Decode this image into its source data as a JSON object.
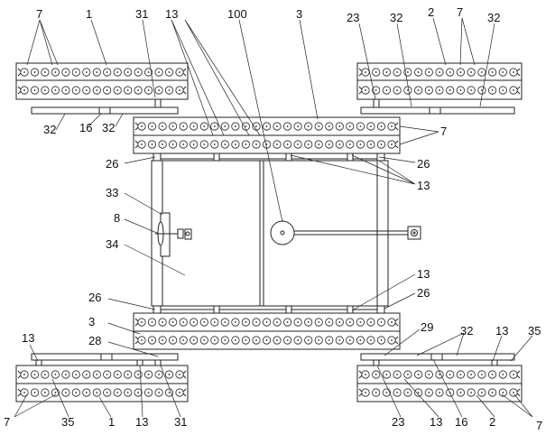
{
  "figure": {
    "labels": {
      "l7_tl": "7",
      "l1_tl": "1",
      "l31_t": "31",
      "l13_t": "13",
      "l100": "100",
      "l3_t": "3",
      "l23_t": "23",
      "l32_t1": "32",
      "l2_t": "2",
      "l7_tr": "7",
      "l32_t2": "32",
      "l32_l1": "32",
      "l16_l": "16",
      "l32_l2": "32",
      "l7_r": "7",
      "l26_ul": "26",
      "l26_ur": "26",
      "l13_ur": "13",
      "l33": "33",
      "l8": "8",
      "l34": "34",
      "l13_rm": "13",
      "l26_ll": "26",
      "l26_lr": "26",
      "l3_b": "3",
      "l29": "29",
      "l28": "28",
      "l32_br": "32",
      "l13_br": "13",
      "l35_br": "35",
      "l13_bl": "13",
      "l7_bl": "7",
      "l35_bl": "35",
      "l1_b": "1",
      "l13_b": "13",
      "l31_b": "31",
      "l23_b": "23",
      "l13_b2": "13",
      "l16_b": "16",
      "l2_b": "2",
      "l7_b2": "7"
    }
  }
}
